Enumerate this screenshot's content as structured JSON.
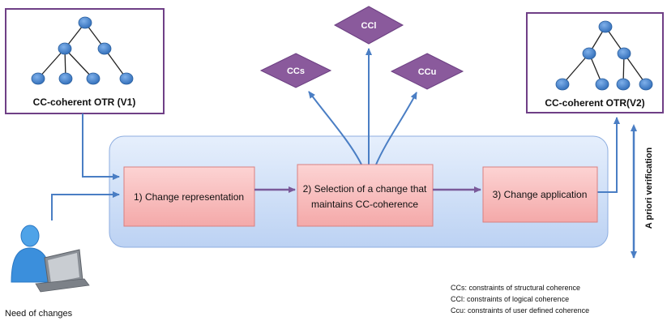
{
  "trees": {
    "left_label": "CC-coherent OTR (V1)",
    "right_label": "CC-coherent OTR(V2)"
  },
  "process": {
    "step1": "1) Change representation",
    "step2_line1": "2) Selection of a change that",
    "step2_line2": "maintains CC-coherence",
    "step3": "3) Change application"
  },
  "constraints": {
    "ccs": "CCs",
    "ccl": "CCl",
    "ccu": "CCu"
  },
  "side_label": "A priori verification",
  "user_label": "Need of changes",
  "legend": [
    "CCs: constraints of structural coherence",
    "CCl: constraints of logical coherence",
    "Ccu: constraints of user defined coherence"
  ],
  "colors": {
    "frame": "#7a4a8f",
    "node": "#3d78c2",
    "diamond": "#8a5a9c",
    "arrow": "#4a7ec4",
    "step_fill": "#f6b8b8",
    "panel_fill": "#cfe0f8",
    "purple_arrow": "#7a5a9a"
  }
}
